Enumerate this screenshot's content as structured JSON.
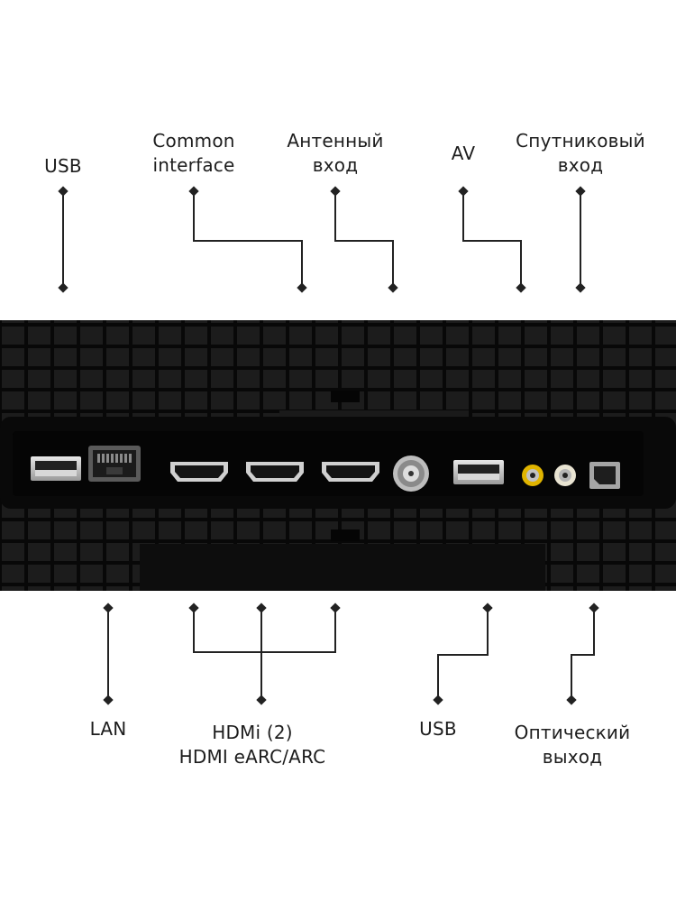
{
  "colors": {
    "line": "#222222",
    "panel": "#0b0b0b",
    "grid": "#1c1c1c",
    "text": "#1d1d1d"
  },
  "top_labels": [
    {
      "id": "usb-top",
      "lines": [
        "USB"
      ]
    },
    {
      "id": "common-interface",
      "lines": [
        "Common",
        "interface"
      ]
    },
    {
      "id": "antenna-input",
      "lines": [
        "Антенный",
        "вход"
      ]
    },
    {
      "id": "av",
      "lines": [
        "AV"
      ]
    },
    {
      "id": "satellite-input",
      "lines": [
        "Спутниковый",
        "вход"
      ]
    }
  ],
  "bottom_labels": [
    {
      "id": "lan",
      "lines": [
        "LAN"
      ]
    },
    {
      "id": "hdmi",
      "lines": [
        "HDMi (2)",
        "HDMI eARC/ARC"
      ]
    },
    {
      "id": "usb-bottom",
      "lines": [
        "USB"
      ]
    },
    {
      "id": "optical-output",
      "lines": [
        "Оптический",
        "выход"
      ]
    }
  ],
  "ports": [
    "usb-port",
    "lan-port",
    "hdmi-port",
    "hdmi-port",
    "hdmi-port",
    "antenna-port",
    "usb-port",
    "av-yellow-port",
    "av-white-port",
    "optical-port"
  ]
}
